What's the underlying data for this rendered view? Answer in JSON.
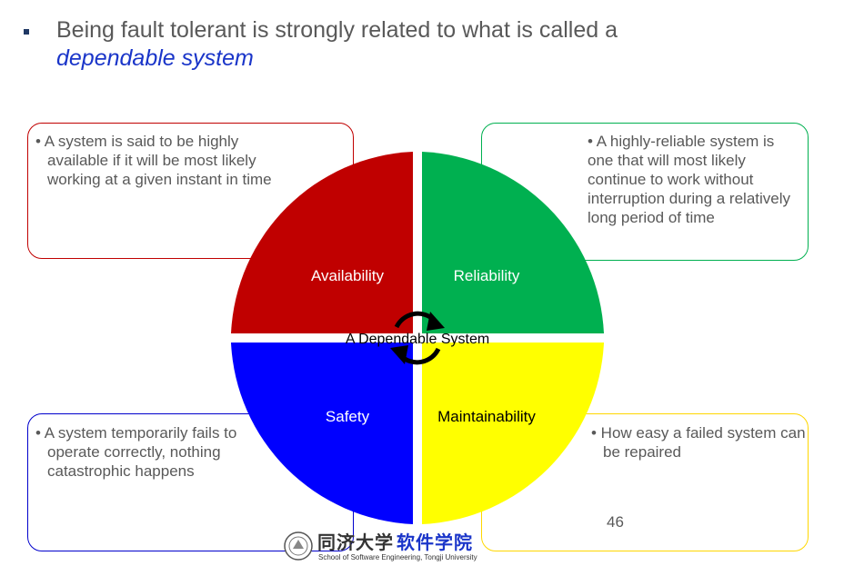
{
  "bullet": {
    "text": "Being fault tolerant is strongly related to what is called a",
    "emphasis": "dependable system"
  },
  "cards": {
    "availability": "• A system is said to be highly available if it will be most likely working at a given instant in time",
    "reliability": "• A highly-reliable system is one that will most likely continue to work without interruption during a relatively long period of time",
    "safety": "• A system temporarily fails to operate correctly, nothing catastrophic happens",
    "maintainability": "• How easy a failed system can be repaired"
  },
  "page_number": "46",
  "diagram": {
    "center_label": "A Dependable System",
    "quadrants": [
      {
        "label": "Availability",
        "color": "#c00000"
      },
      {
        "label": "Reliability",
        "color": "#00b050"
      },
      {
        "label": "Safety",
        "color": "#0000ff"
      },
      {
        "label": "Maintainability",
        "color": "#ffff00"
      }
    ]
  },
  "logo": {
    "chinese_black": "同济大学",
    "chinese_blue": "软件学院",
    "english": "School of Software Engineering, Tongji University"
  },
  "colors": {
    "text_gray": "#595959",
    "emphasis_blue": "#1a35c9"
  }
}
